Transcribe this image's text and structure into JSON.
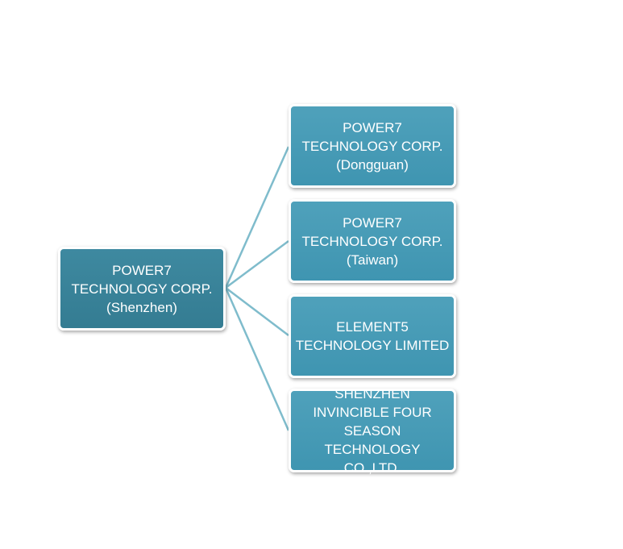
{
  "diagram": {
    "root": {
      "label": "POWER7\nTECHNOLOGY CORP.\n(Shenzhen)"
    },
    "children": [
      {
        "label": "POWER7\nTECHNOLOGY CORP.\n(Dongguan)"
      },
      {
        "label": "POWER7\nTECHNOLOGY CORP.\n(Taiwan)"
      },
      {
        "label": "ELEMENT5\nTECHNOLOGY LIMITED"
      },
      {
        "label": "SHENZHEN\nINVINCIBLE FOUR\nSEASON TECHNOLOGY\nCO.,LTD."
      }
    ],
    "colors": {
      "root_fill": "#3a8399",
      "child_fill": "#479bb6",
      "connector": "#7fbccc",
      "border": "#ffffff"
    }
  }
}
